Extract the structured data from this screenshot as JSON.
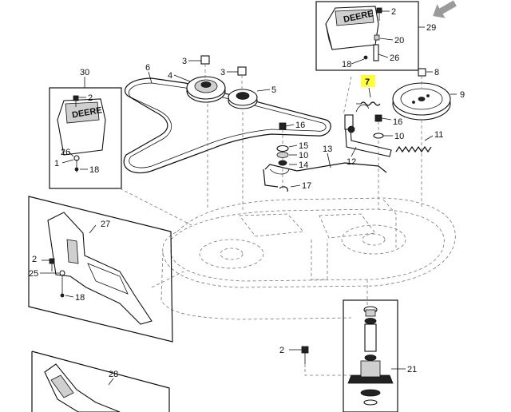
{
  "callouts": {
    "c2_top": "2",
    "c29": "29",
    "c20": "20",
    "c18_top": "18",
    "c26_top": "26",
    "c30": "30",
    "c2_left": "2",
    "c26_left": "26",
    "c1": "1",
    "c18_left": "18",
    "c3a": "3",
    "c3b": "3",
    "c4": "4",
    "c5": "5",
    "c6": "6",
    "c7": "7",
    "c8": "8",
    "c9": "9",
    "c16a": "16",
    "c16b": "16",
    "c15": "15",
    "c10a": "10",
    "c10b": "10",
    "c14": "14",
    "c12": "12",
    "c13": "13",
    "c11": "11",
    "c17": "17",
    "c27": "27",
    "c2_27": "2",
    "c25": "25",
    "c18_27": "18",
    "c2_bottom": "2",
    "c21": "21",
    "c28": "28"
  },
  "highlight_color": "#ffff3c"
}
